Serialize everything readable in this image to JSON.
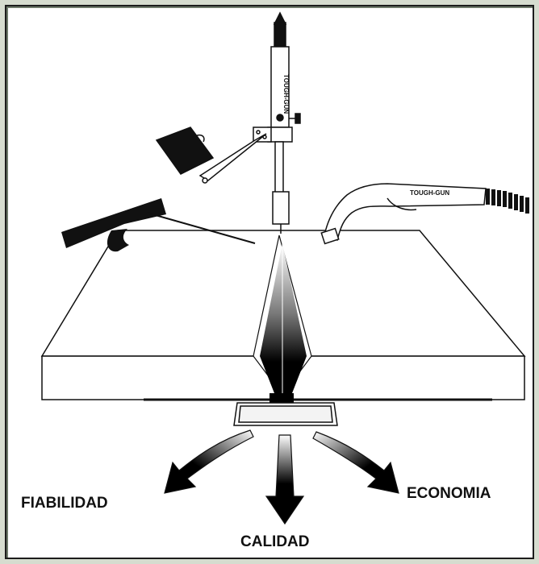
{
  "labels": {
    "reliability": "FIABILIDAD",
    "quality": "CALIDAD",
    "economy": "ECONOMIA",
    "gun_vertical": "TOUGH-GUN",
    "gun_horizontal": "TOUGH-GUN"
  }
}
